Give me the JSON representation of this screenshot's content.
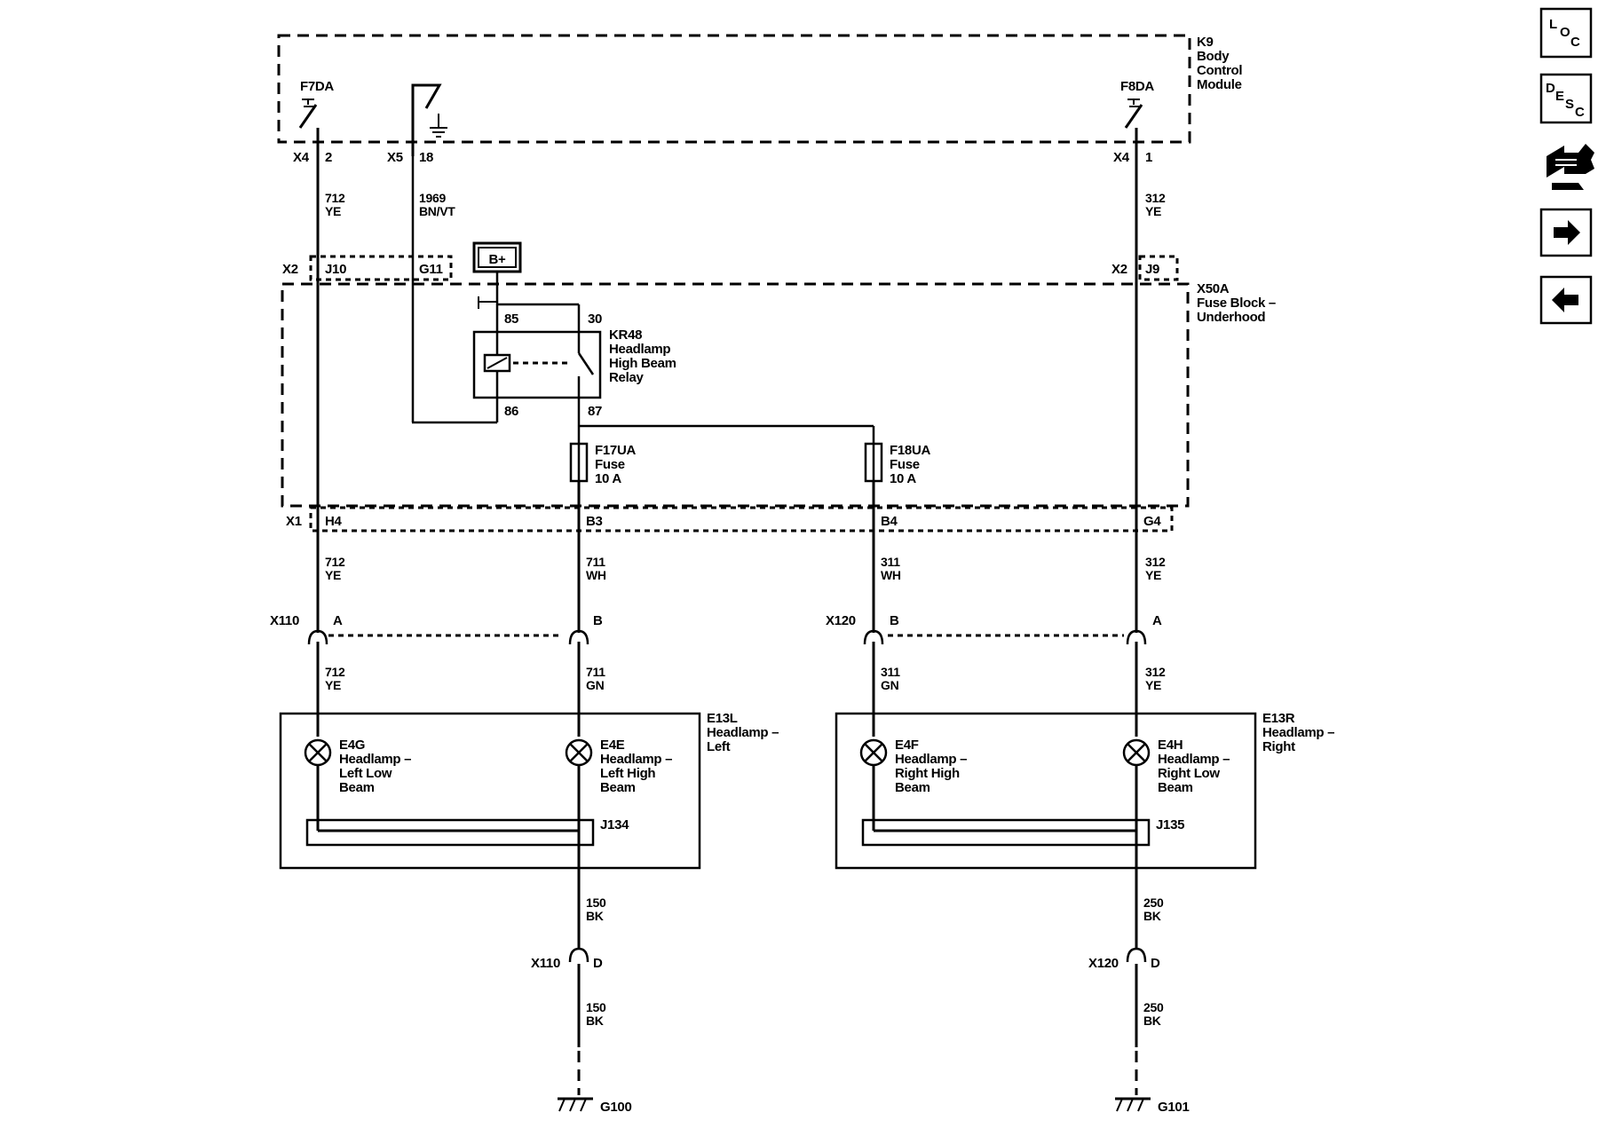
{
  "modules": {
    "k9": {
      "lines": [
        "K9",
        "Body",
        "Control",
        "Module"
      ]
    },
    "x50a": {
      "lines": [
        "X50A",
        "Fuse Block –",
        "Underhood"
      ]
    },
    "e13l": {
      "lines": [
        "E13L",
        "Headlamp –",
        "Left"
      ]
    },
    "e13r": {
      "lines": [
        "E13R",
        "Headlamp –",
        "Right"
      ]
    },
    "kr48": {
      "lines": [
        "KR48",
        "Headlamp",
        "High Beam",
        "Relay"
      ]
    }
  },
  "switches": {
    "f7da": "F7DA",
    "f8da": "F8DA"
  },
  "supply": {
    "bplus": "B+"
  },
  "connectors": {
    "x4_left": "X4",
    "x4_left_pin": "2",
    "x5": "X5",
    "x5_pin": "18",
    "x4_right": "X4",
    "x4_right_pin": "1",
    "x2_left": "X2",
    "x2_j10": "J10",
    "x2_g11": "G11",
    "x2_right": "X2",
    "x2_j9": "J9",
    "x1": "X1",
    "x1_h4": "H4",
    "x1_b3": "B3",
    "x1_b4": "B4",
    "x1_g4": "G4",
    "x110": "X110",
    "x110_a": "A",
    "x110_b": "B",
    "x120": "X120",
    "x120_b": "B",
    "x120_a": "A",
    "x110_d_name": "X110",
    "x110_d": "D",
    "x120_d_name": "X120",
    "x120_d": "D",
    "j134": "J134",
    "j135": "J135"
  },
  "relay_pins": {
    "p85": "85",
    "p30": "30",
    "p86": "86",
    "p87": "87"
  },
  "fuses": {
    "f17ua": {
      "lines": [
        "F17UA",
        "Fuse",
        "10 A"
      ]
    },
    "f18ua": {
      "lines": [
        "F18UA",
        "Fuse",
        "10 A"
      ]
    }
  },
  "wires": {
    "w712_top": [
      "712",
      "YE"
    ],
    "w1969": [
      "1969",
      "BN/VT"
    ],
    "w312_top": [
      "312",
      "YE"
    ],
    "w712_mid": [
      "712",
      "YE"
    ],
    "w711_mid": [
      "711",
      "WH"
    ],
    "w311_mid": [
      "311",
      "WH"
    ],
    "w312_mid": [
      "312",
      "YE"
    ],
    "w712_low": [
      "712",
      "YE"
    ],
    "w711_low": [
      "711",
      "GN"
    ],
    "w311_low": [
      "311",
      "GN"
    ],
    "w312_low": [
      "312",
      "YE"
    ],
    "w150_a": [
      "150",
      "BK"
    ],
    "w150_b": [
      "150",
      "BK"
    ],
    "w250_a": [
      "250",
      "BK"
    ],
    "w250_b": [
      "250",
      "BK"
    ]
  },
  "lamps": {
    "e4g": {
      "lines": [
        "E4G",
        "Headlamp –",
        "Left Low",
        "Beam"
      ]
    },
    "e4e": {
      "lines": [
        "E4E",
        "Headlamp –",
        "Left High",
        "Beam"
      ]
    },
    "e4f": {
      "lines": [
        "E4F",
        "Headlamp –",
        "Right High",
        "Beam"
      ]
    },
    "e4h": {
      "lines": [
        "E4H",
        "Headlamp –",
        "Right Low",
        "Beam"
      ]
    }
  },
  "grounds": {
    "g100": "G100",
    "g101": "G101"
  },
  "nav": {
    "loc": {
      "l": "L",
      "o": "O",
      "c": "C"
    },
    "desc": {
      "d": "D",
      "e": "E",
      "s": "S",
      "c": "C"
    },
    "icons": [
      "loc-icon",
      "desc-icon",
      "connector-tool-icon",
      "arrow-right-icon",
      "arrow-left-icon"
    ]
  }
}
